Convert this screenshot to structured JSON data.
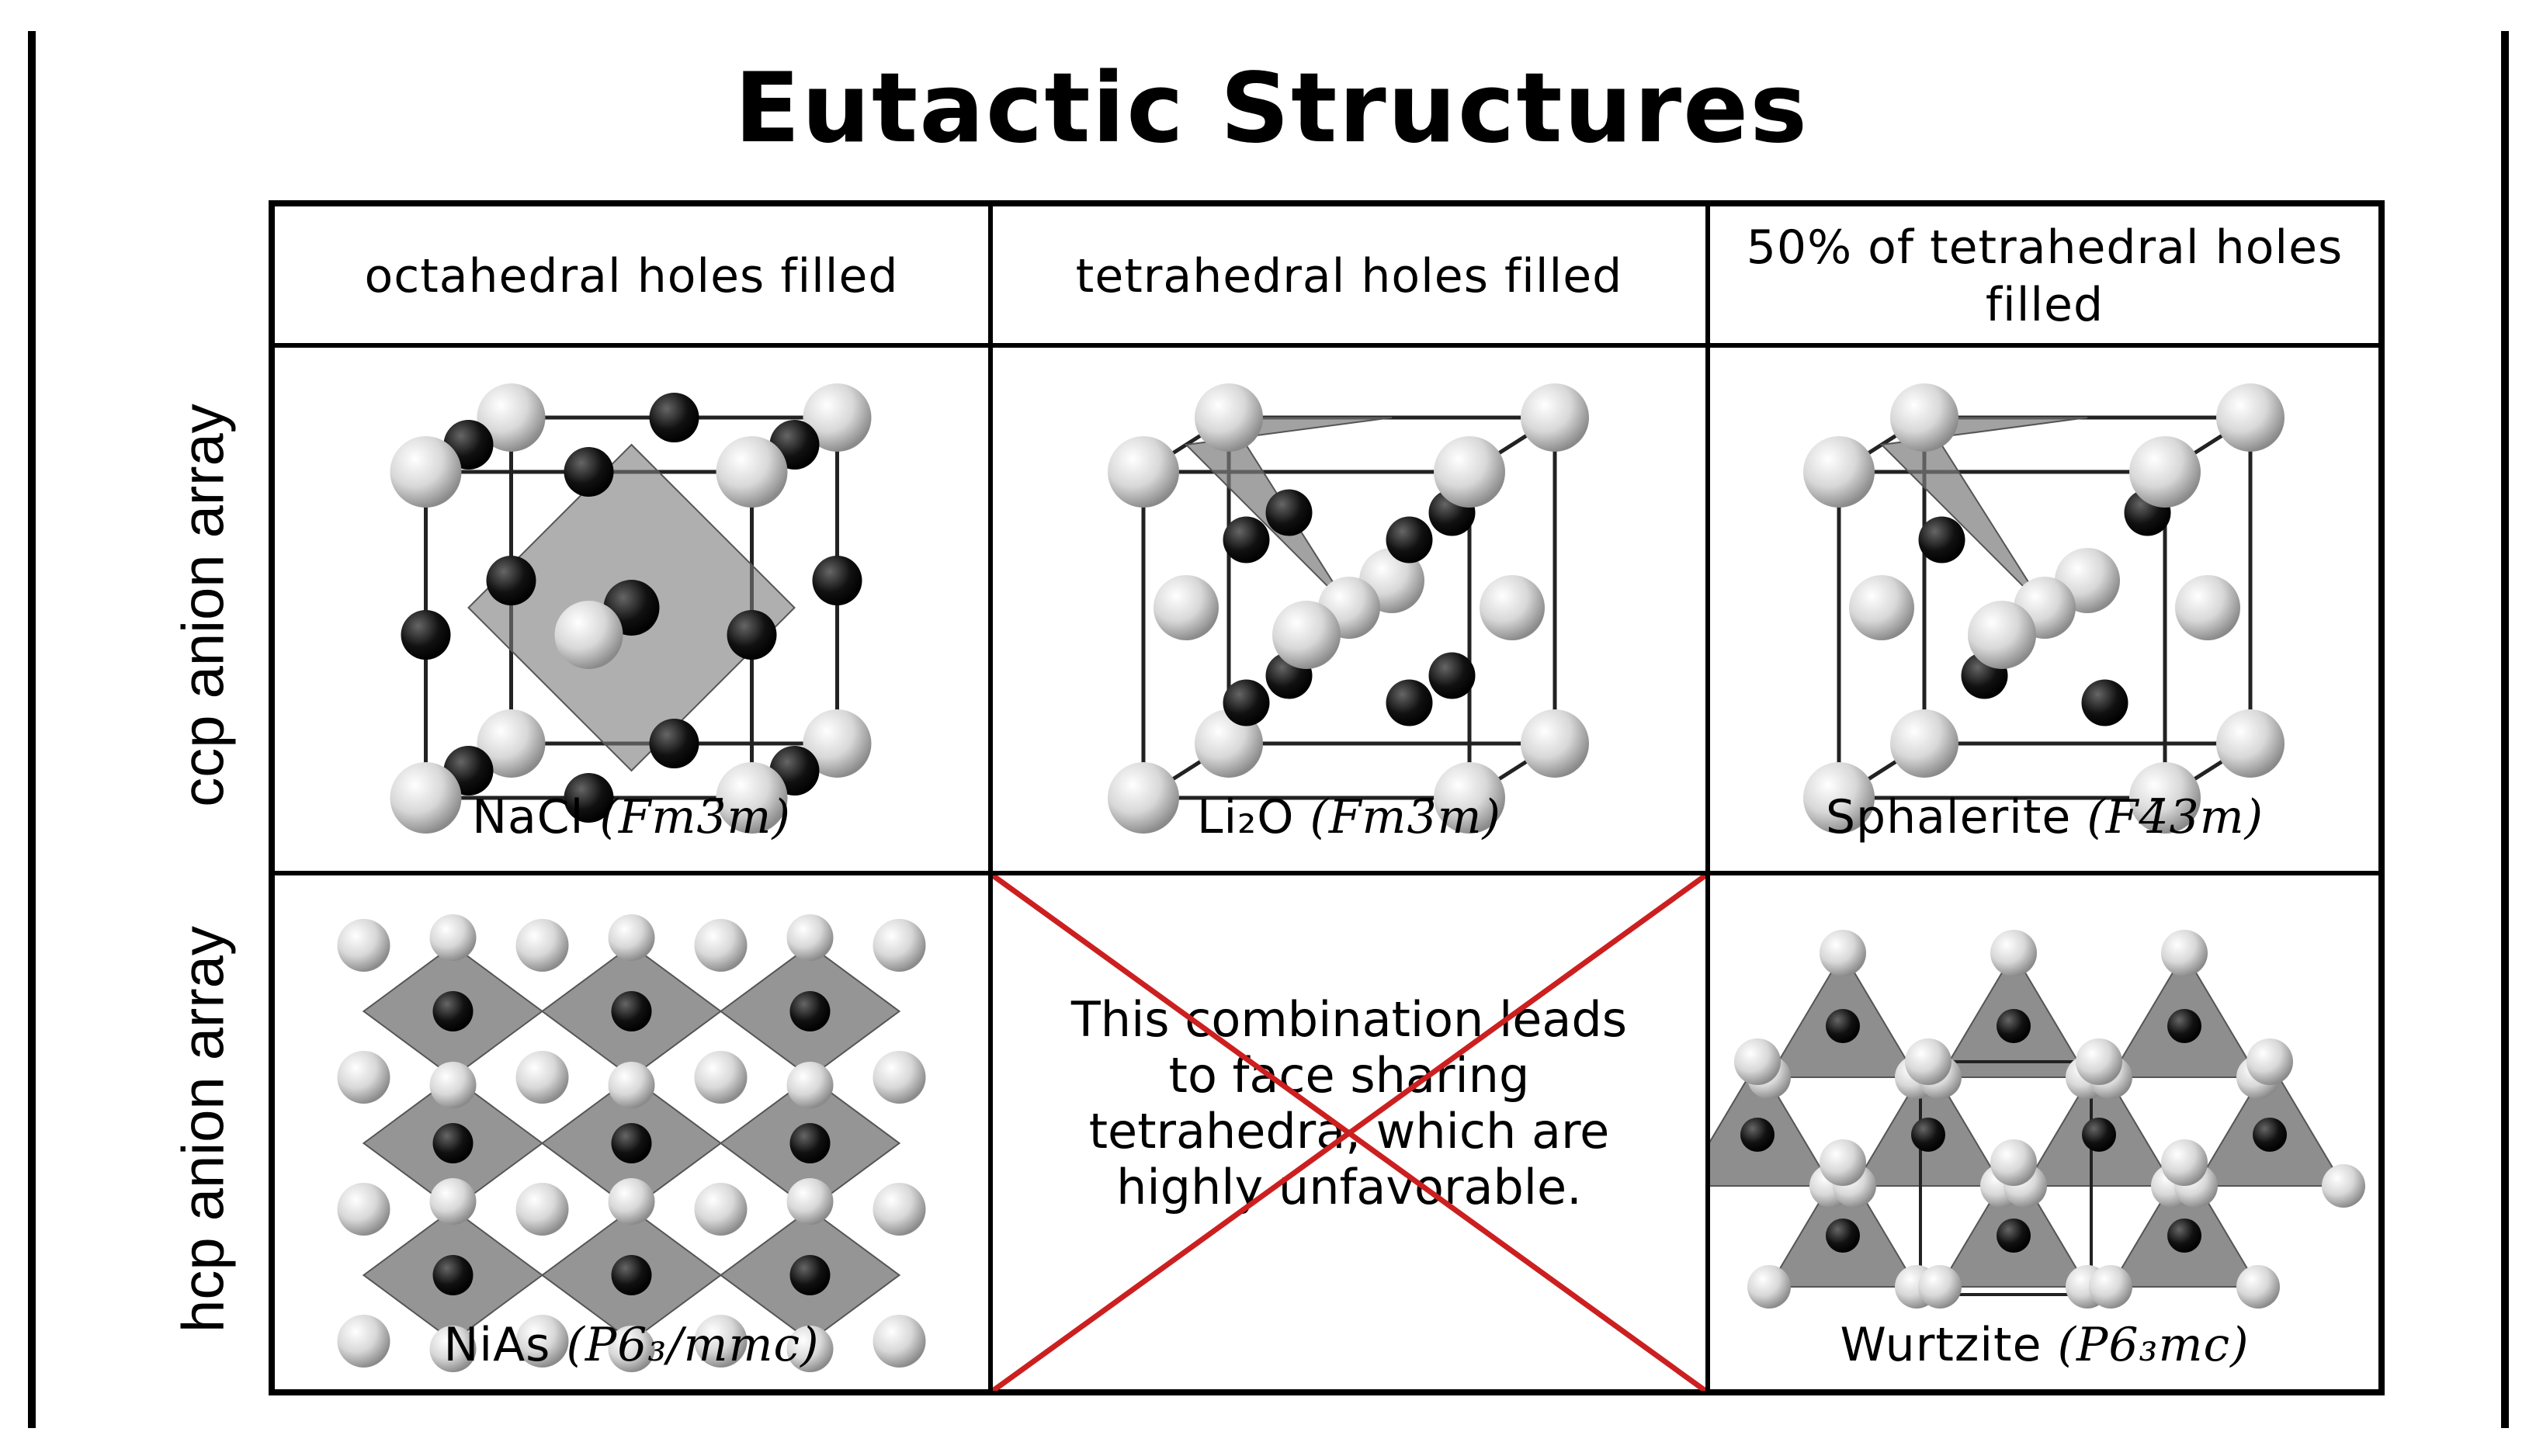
{
  "title": "Eutactic Structures",
  "rows": [
    "ccp anion array",
    "hcp anion array"
  ],
  "columns": [
    "octahedral holes filled",
    "tetrahedral holes filled",
    "50% of tetrahedral holes filled"
  ],
  "cells": {
    "ccp_oct": {
      "formula": "NaCl",
      "space_group": "(Fm3̄m)"
    },
    "ccp_tet": {
      "formula": "Li₂O",
      "space_group": "(Fm3̄m)"
    },
    "ccp_half": {
      "formula": "Sphalerite",
      "space_group": "(F4̄3m)"
    },
    "hcp_oct": {
      "formula": "NiAs",
      "space_group": "(P6₃/mmc)"
    },
    "hcp_tet": {
      "note": "This combination leads to face sharing tetrahedra, which are highly unfavorable."
    },
    "hcp_half": {
      "formula": "Wurtzite",
      "space_group": "(P6₃mc)"
    }
  },
  "colors": {
    "cross": "#cc1f1f",
    "anion": "#d8d8d8",
    "cation": "#111111",
    "polyhedron": "#7a7a7a"
  }
}
